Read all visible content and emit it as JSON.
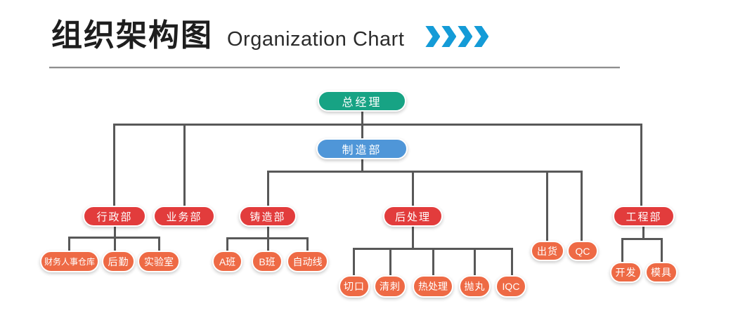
{
  "header": {
    "title_zh": "组织架构图",
    "title_en": "Organization Chart",
    "chevron_icon": "blue-right-chevrons",
    "chevron_count": 4
  },
  "colors": {
    "root": "#17a384",
    "manufacturing": "#4f96d8",
    "department": "#e23c3c",
    "team": "#ee6a45",
    "connector": "#585858",
    "chevron": "#149bd7"
  },
  "nodes": {
    "general_manager": "总经理",
    "manufacturing": "制造部",
    "admin": "行政部",
    "business": "业务部",
    "casting": "铸造部",
    "post_processing": "后处理",
    "shipping": "出货",
    "qc": "QC",
    "engineering": "工程部",
    "finance_hr_warehouse": "财务人事仓库",
    "logistics": "后勤",
    "lab": "实验室",
    "class_a": "A班",
    "class_b": "B班",
    "auto_line": "自动线",
    "cutting": "切口",
    "trimming": "清刺",
    "heat_treatment": "热处理",
    "shot_blasting": "抛丸",
    "iqc": "IQC",
    "development": "开发",
    "mold": "模具"
  },
  "tree": {
    "label": "总经理",
    "children": [
      {
        "label": "行政部",
        "children": [
          {
            "label": "财务人事仓库"
          },
          {
            "label": "后勤"
          },
          {
            "label": "实验室"
          }
        ]
      },
      {
        "label": "业务部",
        "children": []
      },
      {
        "label": "制造部",
        "children": [
          {
            "label": "铸造部",
            "children": [
              {
                "label": "A班"
              },
              {
                "label": "B班"
              },
              {
                "label": "自动线"
              }
            ]
          },
          {
            "label": "后处理",
            "children": [
              {
                "label": "切口"
              },
              {
                "label": "清刺"
              },
              {
                "label": "热处理"
              },
              {
                "label": "抛丸"
              },
              {
                "label": "IQC"
              }
            ]
          },
          {
            "label": "出货",
            "children": []
          },
          {
            "label": "QC",
            "children": []
          }
        ]
      },
      {
        "label": "工程部",
        "children": [
          {
            "label": "开发"
          },
          {
            "label": "模具"
          }
        ]
      }
    ]
  }
}
